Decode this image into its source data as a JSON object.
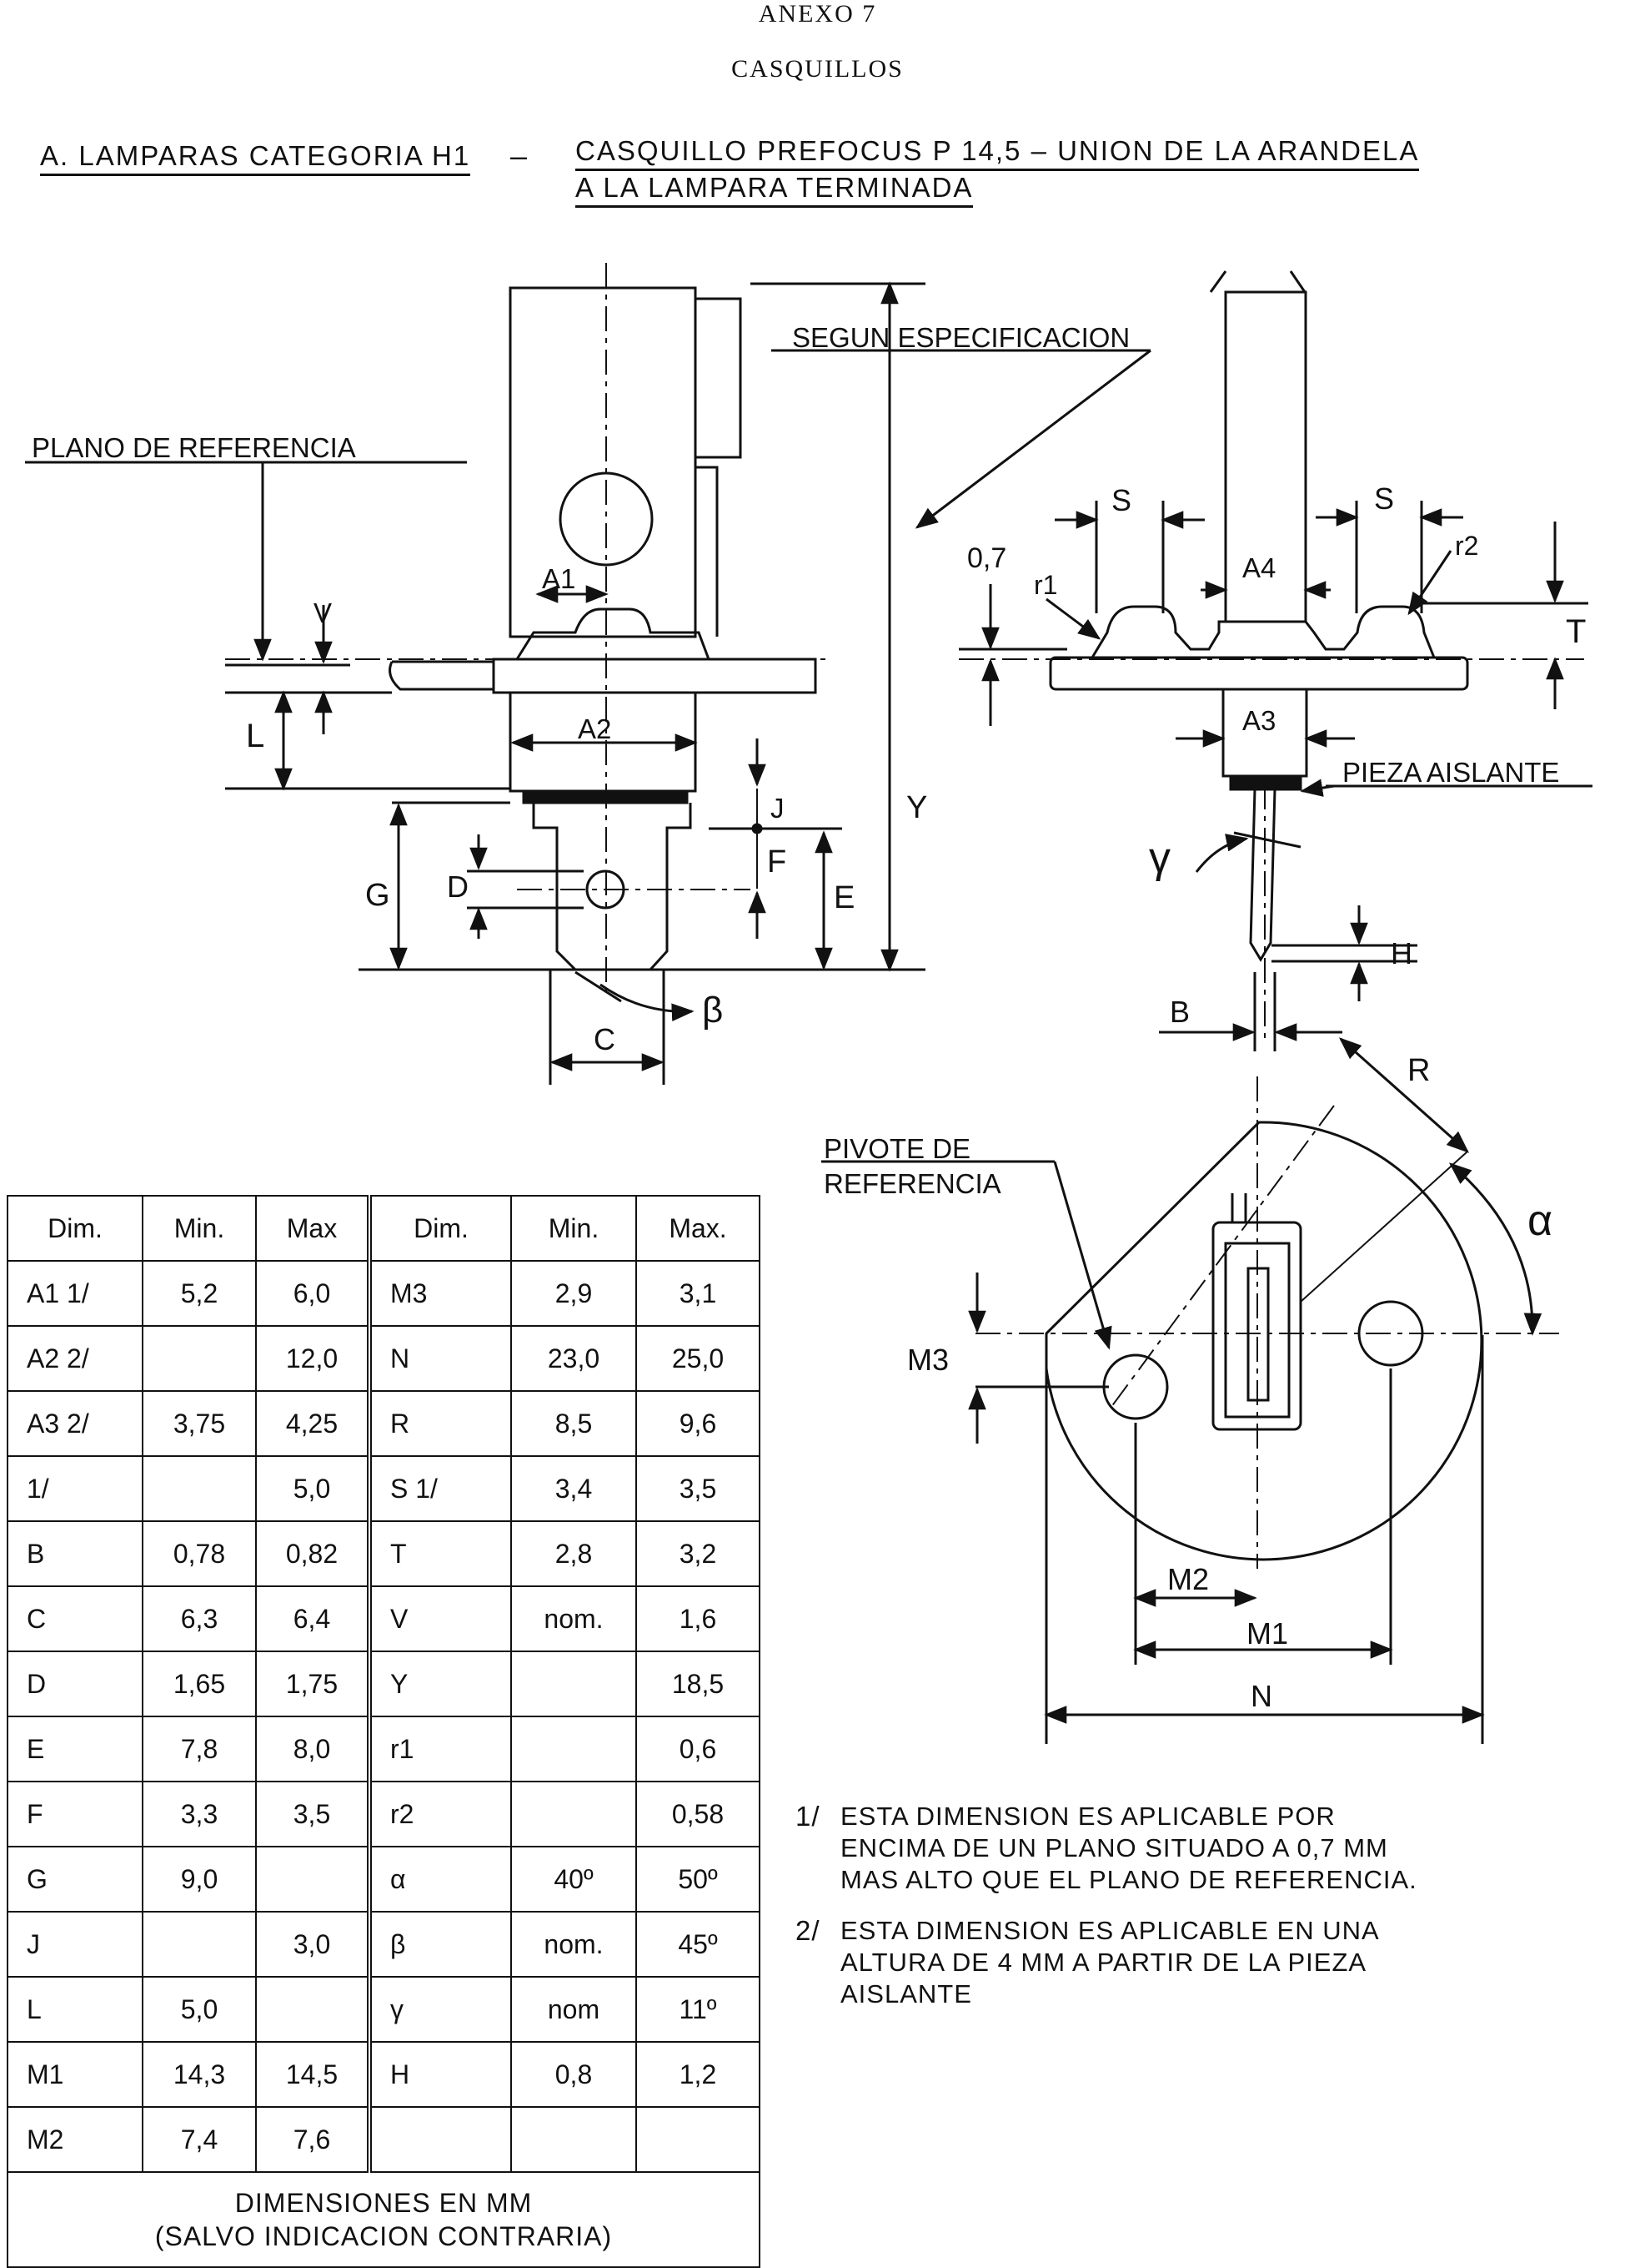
{
  "header": {
    "annex": "ANEXO 7",
    "section": "CASQUILLOS"
  },
  "title": {
    "left": "A. LAMPARAS CATEGORIA H1",
    "dash": "–",
    "right_line1": "CASQUILLO  PREFOCUS  P 14,5 – UNION  DE  LA  ARANDELA",
    "right_line2": "A  LA  LAMPARA  TERMINADA"
  },
  "labels": {
    "segun": "SEGUN ESPECIFICACION",
    "plano": "PLANO DE REFERENCIA",
    "pieza": "PIEZA AISLANTE",
    "pivote1": "PIVOTE DE",
    "pivote2": "REFERENCIA",
    "v": "V",
    "l": "L",
    "a1": "A1",
    "a2": "A2",
    "a3": "A3",
    "a4": "A4",
    "y": "Y",
    "j": "J",
    "f": "F",
    "e": "E",
    "g": "G",
    "d": "D",
    "c": "C",
    "beta": "β",
    "gamma": "γ",
    "h": "H",
    "b": "B",
    "r": "R",
    "alpha": "α",
    "s": "S",
    "s2": "S",
    "t": "T",
    "r1": "r1",
    "r2": "r2",
    "d07": "0,7",
    "m1": "M1",
    "m2": "M2",
    "m3": "M3",
    "n": "N"
  },
  "table": {
    "headers": [
      "Dim.",
      "Min.",
      "Max",
      "Dim.",
      "Min.",
      "Max."
    ],
    "rows": [
      [
        "A1 1/",
        "5,2",
        "6,0",
        "M3",
        "2,9",
        "3,1"
      ],
      [
        "A2 2/",
        "",
        "12,0",
        "N",
        "23,0",
        "25,0"
      ],
      [
        "A3 2/",
        "3,75",
        "4,25",
        "R",
        "8,5",
        "9,6"
      ],
      [
        "1/",
        "",
        "5,0",
        "S 1/",
        "3,4",
        "3,5"
      ],
      [
        "B",
        "0,78",
        "0,82",
        "T",
        "2,8",
        "3,2"
      ],
      [
        "C",
        "6,3",
        "6,4",
        "V",
        "nom.",
        "1,6"
      ],
      [
        "D",
        "1,65",
        "1,75",
        "Y",
        "",
        "18,5"
      ],
      [
        "E",
        "7,8",
        "8,0",
        "r1",
        "",
        "0,6"
      ],
      [
        "F",
        "3,3",
        "3,5",
        "r2",
        "",
        "0,58"
      ],
      [
        "G",
        "9,0",
        "",
        "α",
        "40º",
        "50º"
      ],
      [
        "J",
        "",
        "3,0",
        "β",
        "nom.",
        "45º"
      ],
      [
        "L",
        "5,0",
        "",
        "γ",
        "nom",
        "11º"
      ],
      [
        "M1",
        "14,3",
        "14,5",
        "H",
        "0,8",
        "1,2"
      ],
      [
        "M2",
        "7,4",
        "7,6",
        "",
        "",
        ""
      ]
    ],
    "footer_line1": "DIMENSIONES  EN  MM",
    "footer_line2": "(SALVO  INDICACION  CONTRARIA)"
  },
  "notes": [
    {
      "num": "1/",
      "line1": "ESTA DIMENSION ES APLICABLE POR",
      "line2": "ENCIMA DE UN PLANO SITUADO A 0,7 MM",
      "line3": "MAS ALTO QUE EL PLANO DE REFERENCIA."
    },
    {
      "num": "2/",
      "line1": "ESTA DIMENSION ES APLICABLE EN UNA",
      "line2": "ALTURA DE 4 MM A PARTIR DE LA PIEZA",
      "line3": "AISLANTE"
    }
  ]
}
